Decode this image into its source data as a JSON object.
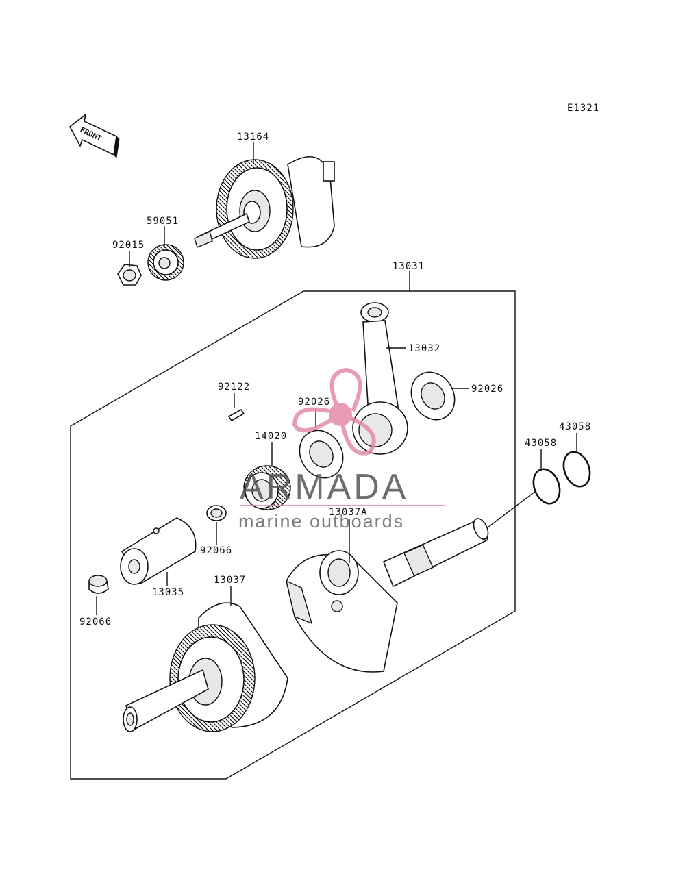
{
  "diagram_code": "E1321",
  "front_label": "FRONT",
  "parts": {
    "p13164": "13164",
    "p59051": "59051",
    "p92015": "92015",
    "p13031": "13031",
    "p13032": "13032",
    "p92026_right": "92026",
    "p92122": "92122",
    "p92026_left": "92026",
    "p14020": "14020",
    "p43058_upper": "43058",
    "p43058_lower": "43058",
    "p13037A": "13037A",
    "p92066_mid": "92066",
    "p13035": "13035",
    "p13037": "13037",
    "p92066_left": "92066"
  },
  "watermark": {
    "brand": "ARMADA",
    "tagline": "marine outboards",
    "logo_color": "#e58aab"
  }
}
